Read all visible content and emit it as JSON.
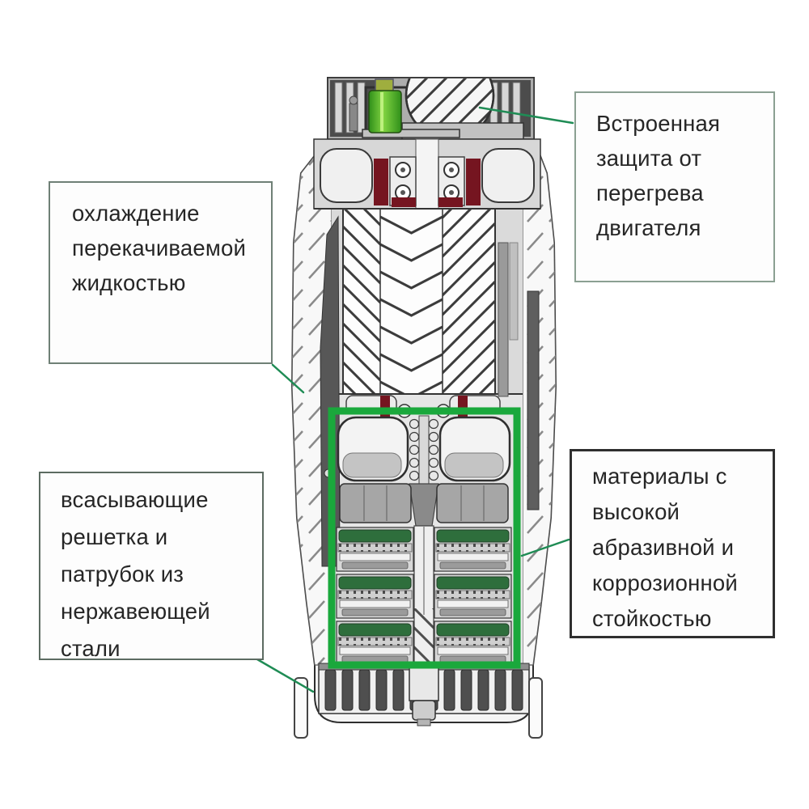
{
  "callouts": {
    "motor_protection": {
      "lines": [
        "Встроенная",
        "защита от",
        "перегрева",
        "двигателя"
      ]
    },
    "cooling": {
      "lines": [
        "охлаждение",
        "перекачиваемой",
        "жидкостью"
      ]
    },
    "suction": {
      "lines": [
        "всасывающие",
        "решетка и",
        "патрубок из",
        "нержавеющей",
        "стали"
      ]
    },
    "materials": {
      "lines": [
        "материалы с",
        "высокой",
        "абразивной и",
        "коррозионной",
        "стойкостью"
      ]
    }
  },
  "colors": {
    "highlight_green": "#1aa83c",
    "connector_green": "#1f8c55",
    "protector_green_dark": "#2f8f1a",
    "protector_green_light": "#82d442",
    "bearing_red": "#751520",
    "stage_green": "#2e6e3c"
  }
}
